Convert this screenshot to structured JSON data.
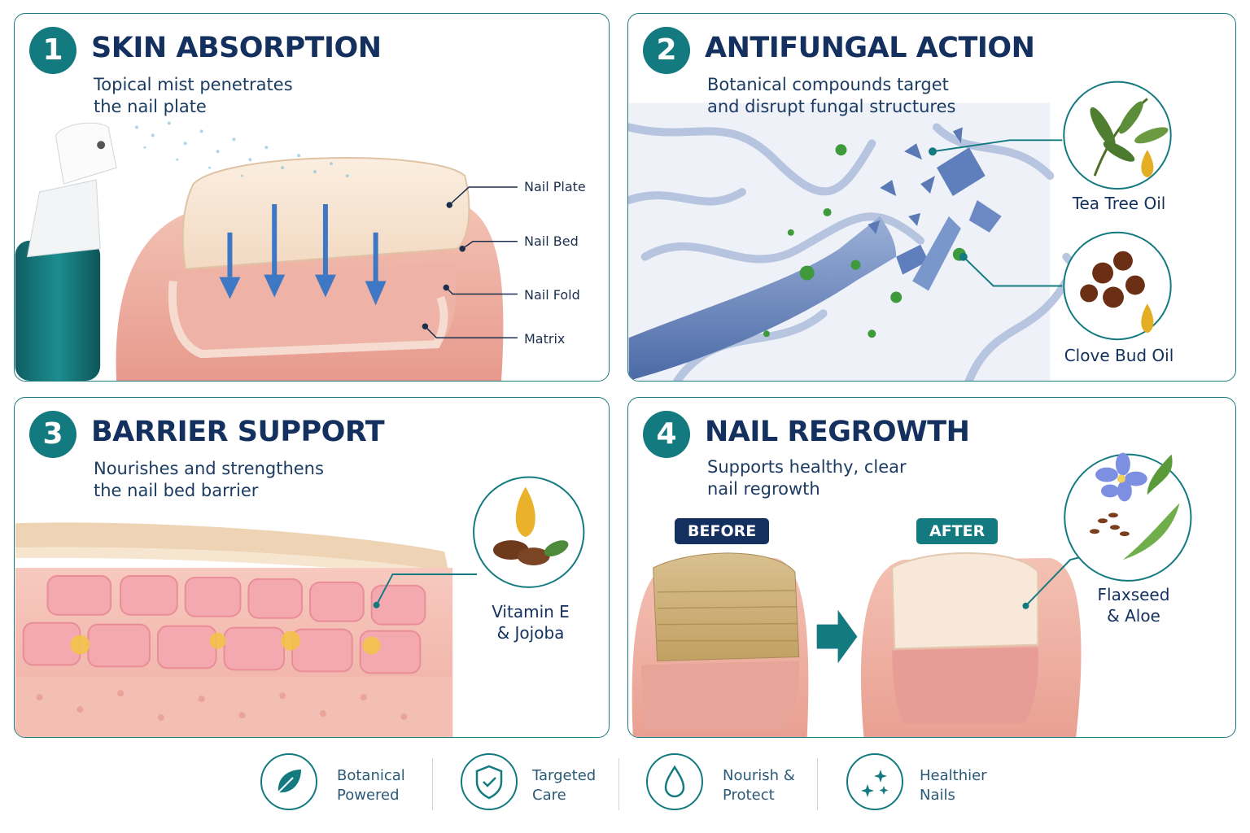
{
  "panels": {
    "skin_absorption": {
      "number": "1",
      "title": "SKIN ABSORPTION",
      "subtitle_lines": [
        "Topical mist penetrates",
        "the nail plate"
      ],
      "labels": [
        "Nail Plate",
        "Nail Bed",
        "Nail Fold",
        "Matrix"
      ]
    },
    "antifungal_action": {
      "number": "2",
      "title": "ANTIFUNGAL ACTION",
      "subtitle_lines": [
        "Botanical compounds target",
        "and disrupt fungal structures"
      ],
      "ingredients": [
        {
          "label": "Tea Tree Oil",
          "icon": "tea-tree-leaf-icon"
        },
        {
          "label": "Clove Bud Oil",
          "icon": "clove-icon"
        }
      ]
    },
    "barrier_support": {
      "number": "3",
      "title": "BARRIER SUPPORT",
      "subtitle_lines": [
        "Nourishes and strengthens",
        "the nail bed barrier"
      ],
      "ingredient_lines": [
        "Vitamin E",
        "& Jojoba"
      ]
    },
    "nail_regrowth": {
      "number": "4",
      "title": "NAIL REGROWTH",
      "subtitle_lines": [
        "Supports healthy, clear",
        "nail regrowth"
      ],
      "before_label": "BEFORE",
      "after_label": "AFTER",
      "ingredient_lines": [
        "Flaxseed",
        "& Aloe"
      ]
    }
  },
  "features": [
    {
      "lines": [
        "Botanical",
        "Powered"
      ],
      "icon": "leaf-icon"
    },
    {
      "lines": [
        "Targeted",
        "Care"
      ],
      "icon": "shield-check-icon"
    },
    {
      "lines": [
        "Nourish &",
        "Protect"
      ],
      "icon": "droplet-icon"
    },
    {
      "lines": [
        "Healthier",
        "Nails"
      ],
      "icon": "sparkle-icon"
    }
  ],
  "colors": {
    "teal": "#137a80",
    "navy": "#13305e",
    "before_badge": "#13305e",
    "after_badge": "#137a80"
  }
}
